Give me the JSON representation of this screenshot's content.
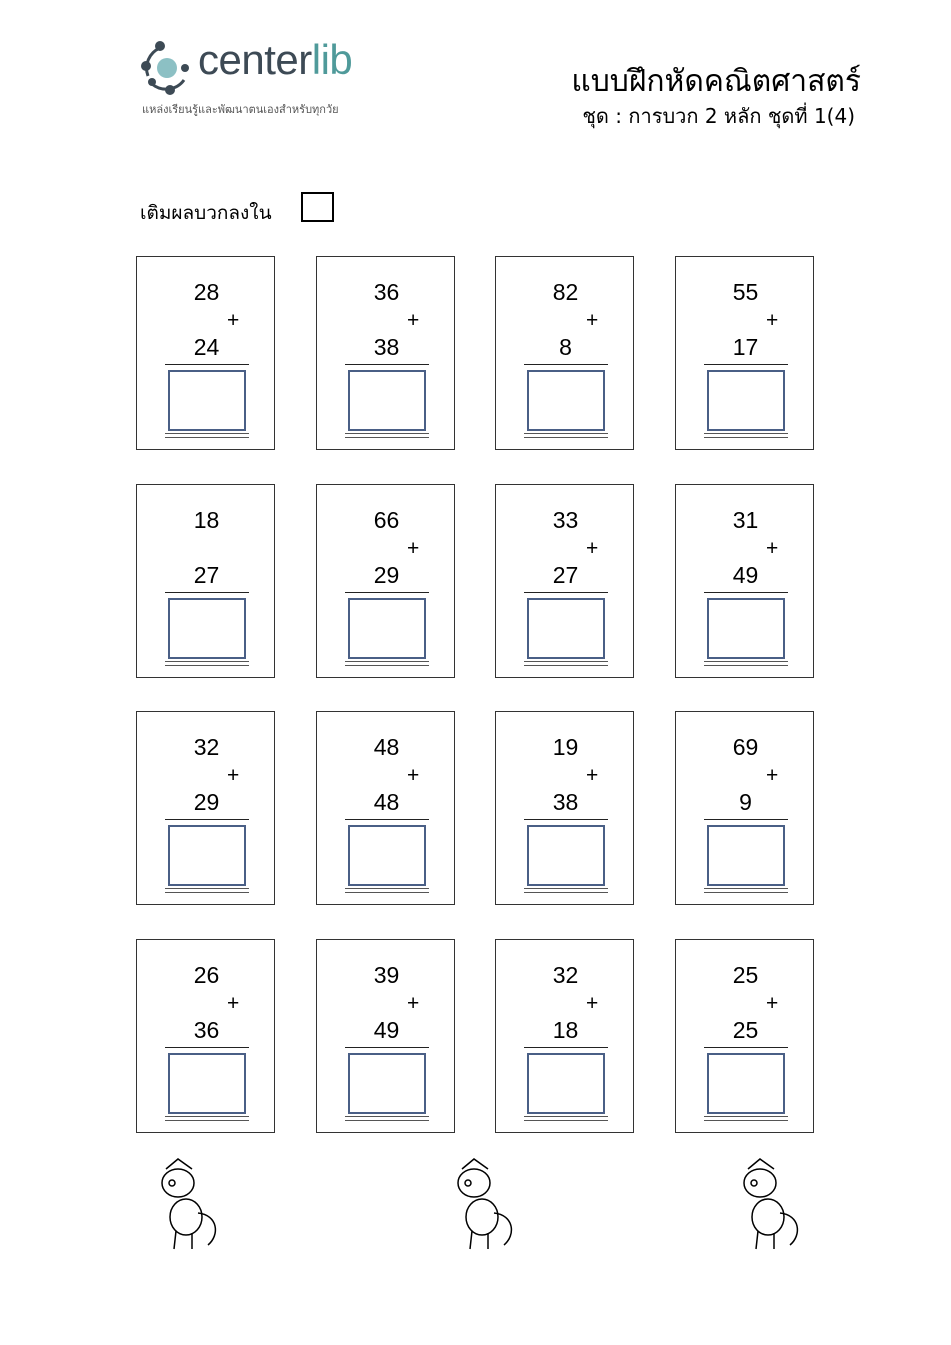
{
  "header": {
    "logo_name": "centerlib",
    "logo_name_a": "center",
    "logo_name_b": "lib",
    "logo_tagline": "แหล่งเรียนรู้และพัฒนาตนเองสำหรับทุกวัย",
    "title": "แบบฝึกหัดคณิตศาสตร์",
    "subtitle": "ชุด : การบวก 2 หลัก ชุดที่ 1(4)"
  },
  "instruction": "เติมผลบวกลงใน",
  "colors": {
    "answer_box": "#4a5f86",
    "logo_dark": "#3d4a55",
    "logo_teal": "#4f9a9a"
  },
  "problems": [
    {
      "a": "28",
      "op": "+",
      "b": "24"
    },
    {
      "a": "36",
      "op": "+",
      "b": "38"
    },
    {
      "a": "82",
      "op": "+",
      "b": "8"
    },
    {
      "a": "55",
      "op": "+",
      "b": "17"
    },
    {
      "a": "18",
      "op": "",
      "b": "27"
    },
    {
      "a": "66",
      "op": "+",
      "b": "29"
    },
    {
      "a": "33",
      "op": "+",
      "b": "27"
    },
    {
      "a": "31",
      "op": "+",
      "b": "49"
    },
    {
      "a": "32",
      "op": "+",
      "b": "29"
    },
    {
      "a": "48",
      "op": "+",
      "b": "48"
    },
    {
      "a": "19",
      "op": "+",
      "b": "38"
    },
    {
      "a": "69",
      "op": "+",
      "b": "9"
    },
    {
      "a": "26",
      "op": "+",
      "b": "36"
    },
    {
      "a": "39",
      "op": "+",
      "b": "49"
    },
    {
      "a": "32",
      "op": "+",
      "b": "18"
    },
    {
      "a": "25",
      "op": "+",
      "b": "25"
    }
  ]
}
